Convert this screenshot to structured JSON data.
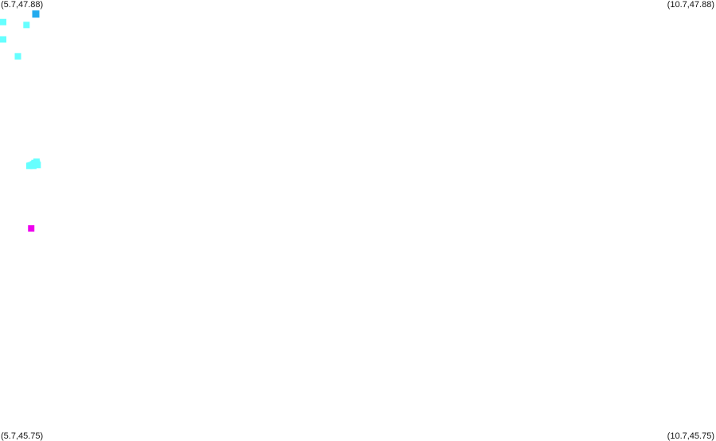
{
  "corner_labels": {
    "top_left": "(5.7,47.88)",
    "top_right": "(10.7,47.88)",
    "bottom_left": "(5.7,45.75)",
    "bottom_right": "(10.7,45.75)"
  },
  "extent": {
    "lon_min": 5.7,
    "lon_max": 10.7,
    "lat_min": 45.75,
    "lat_max": 47.88
  },
  "colors": {
    "cyan": "#66ffff",
    "blue": "#22aaee",
    "magenta": "#ee00ee"
  },
  "points": [
    {
      "lon": 5.705,
      "lat": 47.773,
      "color": "cyan"
    },
    {
      "lon": 5.702,
      "lat": 47.689,
      "color": "cyan"
    },
    {
      "lon": 5.885,
      "lat": 47.759,
      "color": "cyan"
    },
    {
      "lon": 5.825,
      "lat": 47.607,
      "color": "cyan"
    },
    {
      "lon": 5.95,
      "lat": 47.812,
      "color": "blue"
    },
    {
      "lon": 5.905,
      "lat": 47.076,
      "color": "cyan"
    },
    {
      "lon": 5.913,
      "lat": 47.078,
      "color": "cyan"
    },
    {
      "lon": 5.919,
      "lat": 47.079,
      "color": "cyan"
    },
    {
      "lon": 5.93,
      "lat": 47.083,
      "color": "cyan"
    },
    {
      "lon": 5.933,
      "lat": 47.076,
      "color": "cyan"
    },
    {
      "lon": 5.937,
      "lat": 47.085,
      "color": "cyan"
    },
    {
      "lon": 5.941,
      "lat": 47.09,
      "color": "cyan"
    },
    {
      "lon": 5.955,
      "lat": 47.096,
      "color": "cyan"
    },
    {
      "lon": 5.958,
      "lat": 47.087,
      "color": "cyan"
    },
    {
      "lon": 5.963,
      "lat": 47.08,
      "color": "cyan"
    },
    {
      "lon": 5.918,
      "lat": 46.773,
      "color": "magenta"
    }
  ]
}
